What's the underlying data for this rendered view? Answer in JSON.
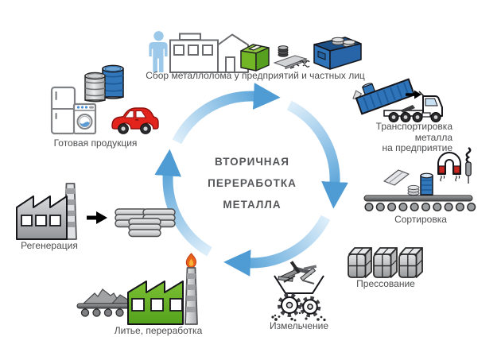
{
  "title": {
    "lines": [
      "ВТОРИЧНАЯ",
      "ПЕРЕРАБОТКА",
      "МЕТАЛЛА"
    ]
  },
  "stages": {
    "collection": {
      "label": "Сбор металлолома у предприятий и частных лиц"
    },
    "transport": {
      "lines": [
        "Транспортировка металла",
        "на предприятие"
      ]
    },
    "sorting": {
      "label": "Сортировка"
    },
    "pressing": {
      "label": "Прессование"
    },
    "shredding": {
      "label": "Измельчение"
    },
    "casting": {
      "label": "Литье, переработка"
    },
    "regeneration": {
      "label": "Регенерация"
    },
    "products": {
      "label": "Готовая продукция"
    }
  },
  "icons": [
    "cycle-arrows-icon",
    "person-icon",
    "warehouse-building-icon",
    "green-bin-icon",
    "scrap-pile-icon",
    "blue-dumpster-icon",
    "dump-truck-icon",
    "black-arrow-icon",
    "magnet-icon",
    "magnet-wand-icon",
    "conveyor-belt-icon",
    "metal-bales-icon",
    "shredder-gears-icon",
    "casting-factory-icon",
    "flame-icon",
    "regeneration-factory-icon",
    "metal-ingots-icon",
    "fridge-icon",
    "washing-machine-icon",
    "barrel-icon",
    "car-icon"
  ],
  "colors": {
    "arc_tail": "#d9ebf8",
    "arc_head": "#5fa7da",
    "arrowhead": "#4f9cd4",
    "light_blue": "#9cc8ea",
    "green": "#72b626",
    "dark_blue": "#2f74b8",
    "red": "#e2241d",
    "caption_text": "#4c4d4f",
    "title_text": "#56575a"
  }
}
